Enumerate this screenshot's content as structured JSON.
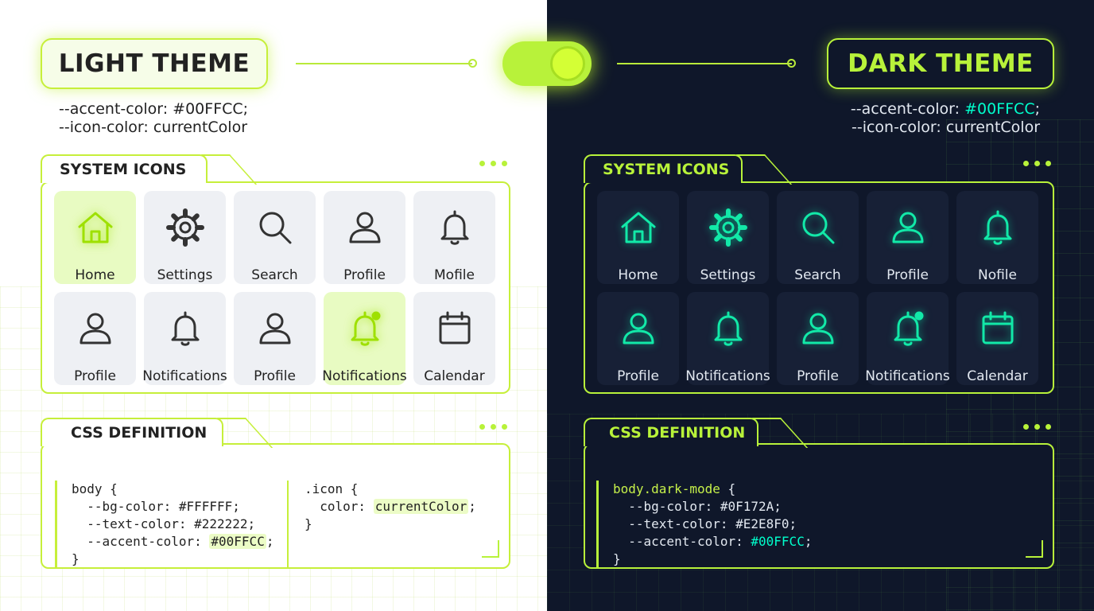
{
  "light": {
    "title": "LIGHT THEME",
    "vars": [
      "--accent-color: #00FFCC;",
      "--icon-color: currentColor"
    ],
    "icons_panel_title": "SYSTEM ICONS",
    "icons": [
      {
        "label": "Home",
        "icon": "home-icon",
        "highlighted": true
      },
      {
        "label": "Settings",
        "icon": "gear-icon"
      },
      {
        "label": "Search",
        "icon": "search-icon"
      },
      {
        "label": "Profile",
        "icon": "user-icon"
      },
      {
        "label": "Mofile",
        "icon": "bell-icon"
      },
      {
        "label": "Profile",
        "icon": "user-icon"
      },
      {
        "label": "Notifications",
        "icon": "bell-icon"
      },
      {
        "label": "Profile",
        "icon": "user-icon"
      },
      {
        "label": "Notifications",
        "icon": "bell-badge-icon",
        "highlighted": true
      },
      {
        "label": "Calendar",
        "icon": "calendar-icon"
      }
    ],
    "css_panel_title": "CSS DEFINITION",
    "code_block_1": [
      "body {",
      "  --bg-color: #FFFFFF;",
      "  --text-color: #222222;",
      "  --accent-color: ",
      "#00FFCC",
      ";",
      "}"
    ],
    "code_block_2": [
      ".icon {",
      "  color: ",
      "currentColor",
      ";",
      "}"
    ]
  },
  "dark": {
    "title": "DARK THEME",
    "vars_prefix_1": "--accent-color: ",
    "vars_accent_1": "#00FFCC",
    "vars_suffix_1": ";",
    "vars_2": "--icon-color: currentColor",
    "icons_panel_title": "SYSTEM ICONS",
    "icons": [
      {
        "label": "Home",
        "icon": "home-icon"
      },
      {
        "label": "Settings",
        "icon": "gear-icon"
      },
      {
        "label": "Search",
        "icon": "search-icon"
      },
      {
        "label": "Profile",
        "icon": "user-icon"
      },
      {
        "label": "Nofile",
        "icon": "bell-icon"
      },
      {
        "label": "Profile",
        "icon": "user-icon"
      },
      {
        "label": "Notifications",
        "icon": "bell-icon"
      },
      {
        "label": "Profile",
        "icon": "user-icon"
      },
      {
        "label": "Notifications",
        "icon": "bell-badge-icon"
      },
      {
        "label": "Calendar",
        "icon": "calendar-icon"
      }
    ],
    "css_panel_title": "CSS DEFINITION",
    "code": [
      "body.dark-mode",
      " {",
      "  --bg-color: #0F172A;",
      "  --text-color: #E2E8F0;",
      "  --accent-color: ",
      "#00FFCC",
      ";",
      "}"
    ]
  },
  "colors": {
    "accent": "#b8f23a",
    "light_bg": "#ffffff",
    "dark_bg": "#0f172a",
    "dark_icon": "#12e9a8"
  }
}
